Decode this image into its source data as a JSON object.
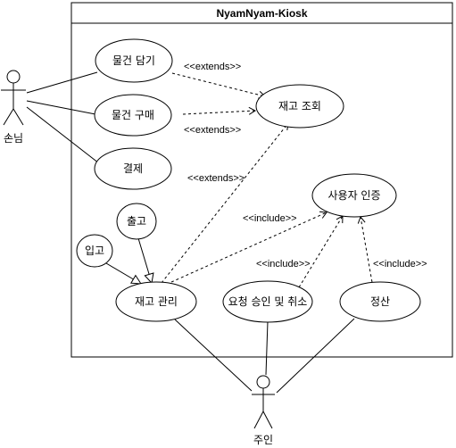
{
  "system": {
    "title": "NyamNyam-Kiosk"
  },
  "actors": {
    "customer": "손님",
    "owner": "주인"
  },
  "use_cases": {
    "add_item": "물건 담기",
    "buy_item": "물건 구매",
    "payment": "결제",
    "stock_check": "재고 조회",
    "user_auth": "사용자 인증",
    "shipping_out": "출고",
    "receiving": "입고",
    "stock_manage": "재고 관리",
    "request_approve_cancel": "요청 승인 및 취소",
    "settlement": "정산"
  },
  "relations": {
    "extends_1": "<<extends>>",
    "extends_2": "<<extends>>",
    "extends_3": "<<extends>>",
    "include_1": "<<include>>",
    "include_2": "<<include>>",
    "include_3": "<<include>>"
  }
}
